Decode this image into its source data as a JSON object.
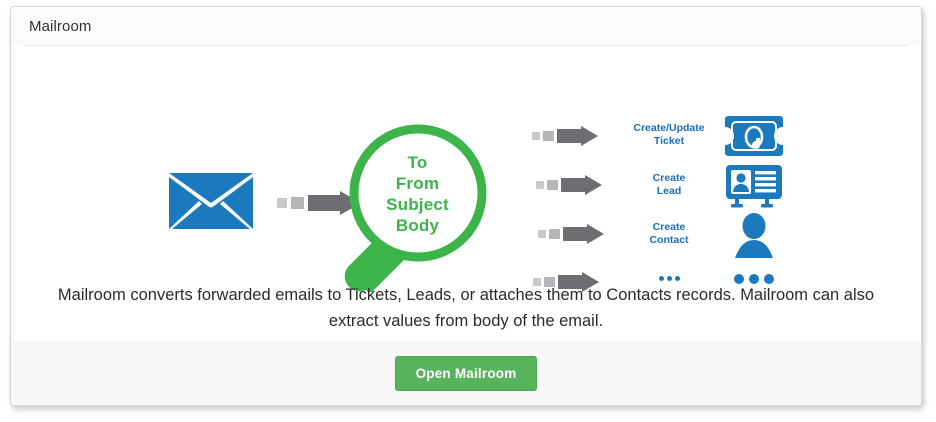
{
  "panel": {
    "title": "Mailroom"
  },
  "diagram": {
    "email_icon": "envelope-icon",
    "arrow_icon": "dashed-arrow-icon",
    "magnifier": {
      "icon": "magnifying-glass-icon",
      "color": "#3cb44a",
      "fields": [
        "To",
        "From",
        "Subject",
        "Body"
      ]
    },
    "outputs": [
      {
        "label": "Create/Update\nTicket",
        "label_line1": "Create/Update",
        "label_line2": "Ticket",
        "icon": "ticket-headset-icon"
      },
      {
        "label": "Create\nLead",
        "label_line1": "Create",
        "label_line2": "Lead",
        "icon": "id-badge-icon"
      },
      {
        "label": "Create\nContact",
        "label_line1": "Create",
        "label_line2": "Contact",
        "icon": "person-icon"
      },
      {
        "label": "...",
        "label_line1": "",
        "label_line2": "",
        "icon": "ellipsis-icon"
      }
    ]
  },
  "description": {
    "text": "Mailroom converts forwarded emails to Tickets, Leads, or attaches them to Contacts records. Mailroom can also extract values from body of the email."
  },
  "footer": {
    "open_button_label": "Open Mailroom"
  },
  "colors": {
    "brand_blue": "#1b79bd",
    "label_blue": "#1b6fb5",
    "brand_green": "#3cb44a",
    "button_green": "#57b45c",
    "arrow_gray": "#6e6e72",
    "arrow_gray_light": "#c9c9cc",
    "panel_border": "#d8d8d8",
    "footer_bg": "#f8f8f8"
  }
}
